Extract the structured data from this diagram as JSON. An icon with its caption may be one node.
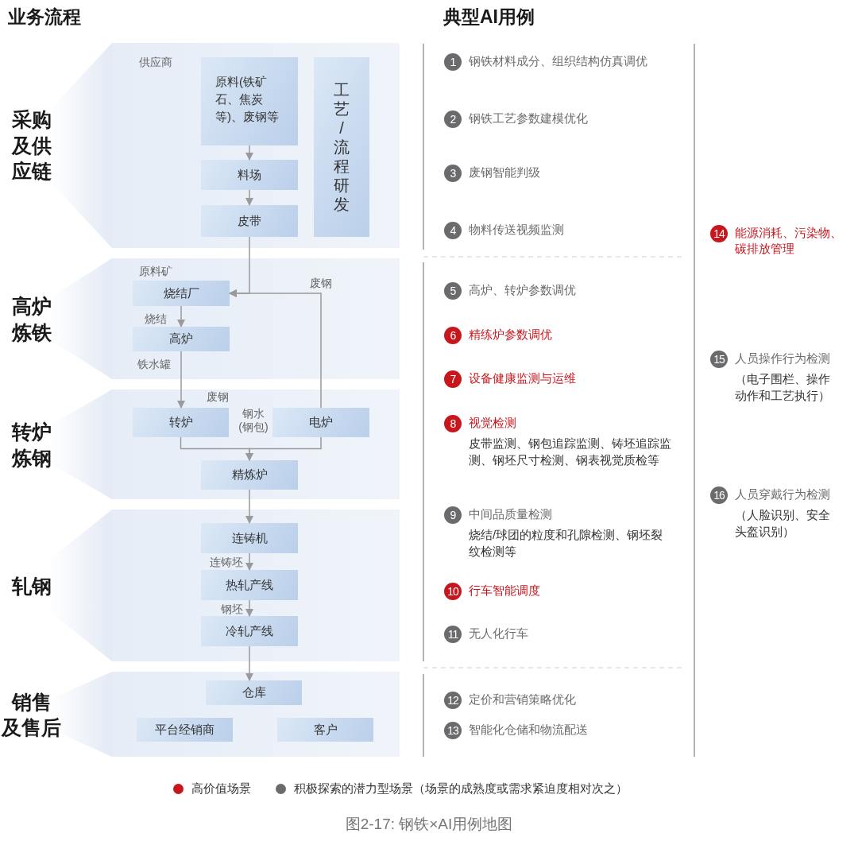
{
  "diagram": {
    "caption": "图2-17: 钢铁×AI用例地图",
    "nodes": [
      {
        "text": [
          "供应商"
        ],
        "beside": [
          "采购及供应链"
        ]
      },
      {
        "text": [
          "原料(铁矿石、焦炭等)、废钢等"
        ],
        "in": 0
      },
      {
        "text": [
          "料场"
        ],
        "in": 0
      },
      {
        "text": [
          "皮带"
        ],
        "in": 0
      },
      {
        "text": [
          "工艺/流程研发"
        ],
        "in": 0
      },
      {
        "text": [
          "原料矿"
        ],
        "beside": [
          "高炉炼铁"
        ]
      },
      {
        "text": [
          "烧结厂"
        ],
        "in": 5
      },
      {
        "text": [
          "高炉"
        ],
        "in": 5
      },
      {
        "text": [],
        "shape": "box",
        "beside": [
          "转炉炼钢"
        ]
      },
      {
        "text": [
          "转炉"
        ],
        "in": 8,
        "beside": [
          "废钢"
        ]
      },
      {
        "text": [
          "电炉"
        ],
        "in": 8
      },
      {
        "text": [
          "精炼炉"
        ],
        "in": 8
      },
      {
        "text": [],
        "shape": "box",
        "beside": [
          "轧钢"
        ]
      },
      {
        "text": [
          "连铸机"
        ],
        "in": 12
      },
      {
        "text": [
          "热轧产线"
        ],
        "in": 12
      },
      {
        "text": [
          "冷轧产线"
        ],
        "in": 12
      },
      {
        "text": [],
        "shape": "box",
        "beside": [
          "销售及售后"
        ]
      },
      {
        "text": [
          "仓库"
        ],
        "in": 16
      },
      {
        "text": [
          "平台经销商"
        ],
        "in": 16
      },
      {
        "text": [
          "客户"
        ],
        "in": 16
      },
      {
        "text": [
          "1"
        ],
        "beside": [
          "钢铁材料成分、组织结构仿真调优"
        ]
      },
      {
        "text": [
          "2"
        ],
        "beside": [
          "钢铁工艺参数建模优化"
        ]
      },
      {
        "text": [
          "3"
        ],
        "beside": [
          "废钢智能判级"
        ]
      },
      {
        "text": [
          "4"
        ],
        "beside": [
          "物料传送视频监测"
        ]
      },
      {
        "text": [
          "5"
        ],
        "beside": [
          "高炉、转炉参数调优"
        ]
      },
      {
        "text": [
          "6"
        ],
        "beside": [
          "精练炉参数调优"
        ]
      },
      {
        "text": [
          "7"
        ],
        "beside": [
          "设备健康监测与运维"
        ]
      },
      {
        "text": [
          "8"
        ],
        "beside": [
          "视觉检测",
          "皮带监测、钢包追踪监测、铸坯追踪监测、钢坯尺寸检测、钢表视觉质检等"
        ]
      },
      {
        "text": [
          "9"
        ],
        "beside": [
          "中间品质量检测",
          "烧结/球团的粒度和孔隙检测、钢坯裂纹检测等"
        ]
      },
      {
        "text": [
          "10"
        ],
        "beside": [
          "行车智能调度"
        ]
      },
      {
        "text": [
          "11"
        ],
        "beside": [
          "无人化行车"
        ]
      },
      {
        "text": [
          "12"
        ],
        "beside": [
          "定价和营销策略优化"
        ]
      },
      {
        "text": [
          "13"
        ],
        "beside": [
          "智能化仓储和物流配送"
        ]
      },
      {
        "text": [
          "14"
        ],
        "beside": [
          "能源消耗、污染物、碳排放管理"
        ]
      },
      {
        "text": [
          "15"
        ],
        "beside": [
          "人员操作行为检测",
          "（电子围栏、操作动作和工艺执行）"
        ]
      },
      {
        "text": [
          "16"
        ],
        "beside": [
          "人员穿戴行为检测",
          "（人脸识别、安全头盔识别）"
        ]
      }
    ],
    "edges": [
      {
        "from": 1,
        "to": 2,
        "arrow": "to"
      },
      {
        "from": 2,
        "to": 3,
        "arrow": "to"
      },
      {
        "from": 3,
        "to": 6,
        "arrow": "to"
      },
      {
        "from": 10,
        "to": 6,
        "arrow": "to",
        "label": "废钢"
      },
      {
        "from": 6,
        "to": 7,
        "arrow": "to",
        "label": "烧结"
      },
      {
        "from": 7,
        "to": 9,
        "arrow": "to",
        "label": "铁水罐"
      },
      {
        "from": 9,
        "to": 11,
        "arrow": "to"
      },
      {
        "from": 10,
        "to": 11,
        "arrow": "to"
      },
      {
        "from": 11,
        "to": 13,
        "arrow": "to"
      },
      {
        "from": 13,
        "to": 14,
        "arrow": "to",
        "label": "连铸坯"
      },
      {
        "from": 14,
        "to": 15,
        "arrow": "to",
        "label": "钢坯"
      },
      {
        "from": 15,
        "to": 17,
        "arrow": "to"
      }
    ],
    "labels": [
      "业务流程",
      "典型AI用例",
      "钢水(钢包)"
    ],
    "legend": [
      {
        "text": "高价值场景",
        "color": "#c8161d"
      },
      {
        "text": "积极探索的潜力型场景（场景的成熟度或需求紧迫度相对次之）",
        "color": "#6b6b6d"
      }
    ]
  }
}
